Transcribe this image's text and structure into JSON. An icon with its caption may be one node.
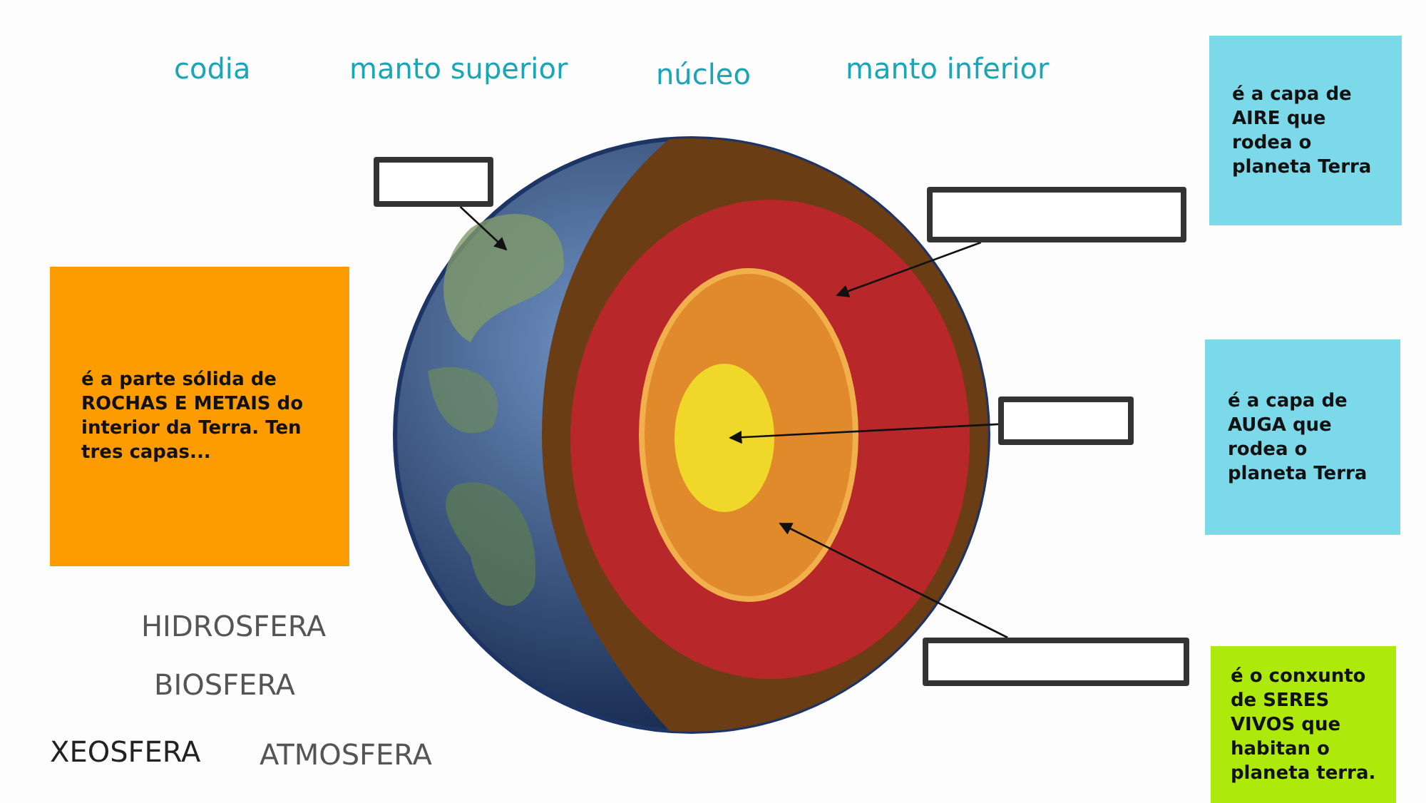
{
  "diagram": {
    "nodes": [
      {
        "text": [],
        "shape": "box"
      },
      {
        "text": [],
        "shape": "picture"
      },
      {
        "text": [],
        "shape": "box"
      },
      {
        "text": [],
        "shape": "ellipse",
        "in": 1
      },
      {
        "text": [],
        "shape": "box"
      },
      {
        "text": [],
        "shape": "ellipse",
        "in": 7
      },
      {
        "text": [],
        "shape": "box"
      },
      {
        "text": [],
        "shape": "ellipse",
        "in": 3
      },
      {
        "text": [
          "é a parte sólida de ROCHAS E METAIS do interior da Terra. Ten tres capas..."
        ]
      },
      {
        "text": [
          "é  a capa de AIRE que rodea o planeta Terra"
        ]
      },
      {
        "text": [
          "é  a capa de AUGA que rodea o planeta Terra"
        ]
      },
      {
        "text": [
          "é o conxunto de SERES VIVOS que habitan o planeta terra."
        ]
      }
    ],
    "edges": [
      {
        "from": 0,
        "to": 1,
        "arrow": "to"
      },
      {
        "from": 2,
        "to": 3,
        "arrow": "to"
      },
      {
        "from": 4,
        "to": 5,
        "arrow": "to"
      },
      {
        "from": 6,
        "to": 7,
        "arrow": "to"
      }
    ],
    "labels": [
      "codia",
      "manto superior",
      "núcleo",
      "manto inferior",
      "HIDROSFERA",
      "BIOSFERA",
      "XEOSFERA",
      "ATMOSFERA"
    ]
  }
}
